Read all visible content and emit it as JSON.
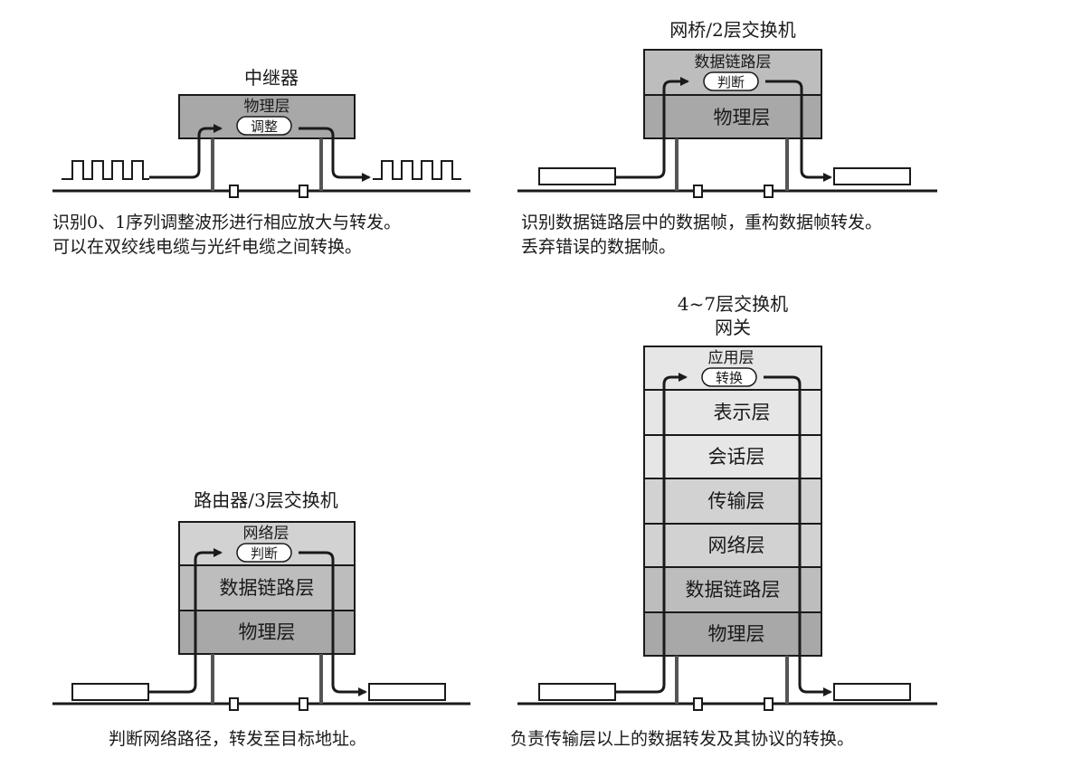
{
  "repeater": {
    "title": "中继器",
    "layer": "物理层",
    "action": "调整",
    "caption_line1": "识别0、1序列调整波形进行相应放大与转发。",
    "caption_line2": "可以在双绞线电缆与光纤电缆之间转换。"
  },
  "bridge": {
    "title": "网桥/2层交换机",
    "layers": [
      "数据链路层",
      "物理层"
    ],
    "action": "判断",
    "caption_line1": "识别数据链路层中的数据帧，重构数据帧转发。",
    "caption_line2": "丢弃错误的数据帧。"
  },
  "router": {
    "title": "路由器/3层交换机",
    "layers": [
      "网络层",
      "数据链路层",
      "物理层"
    ],
    "action": "判断",
    "caption_line1": "判断网络路径，转发至目标地址。"
  },
  "gateway": {
    "title_line1": "4~7层交换机",
    "title_line2": "网关",
    "layers": [
      "应用层",
      "表示层",
      "会话层",
      "传输层",
      "网络层",
      "数据链路层",
      "物理层"
    ],
    "action": "转换",
    "caption_line1": "负责传输层以上的数据转发及其协议的转换。"
  },
  "colors": {
    "line": "#1a1a1a",
    "layer_dark": "#a8a8a8",
    "layer_mid": "#bdbdbd",
    "layer_light": "#d2d2d2",
    "layer_pale": "#e6e6e6",
    "frame_fill": "#ffffff"
  }
}
